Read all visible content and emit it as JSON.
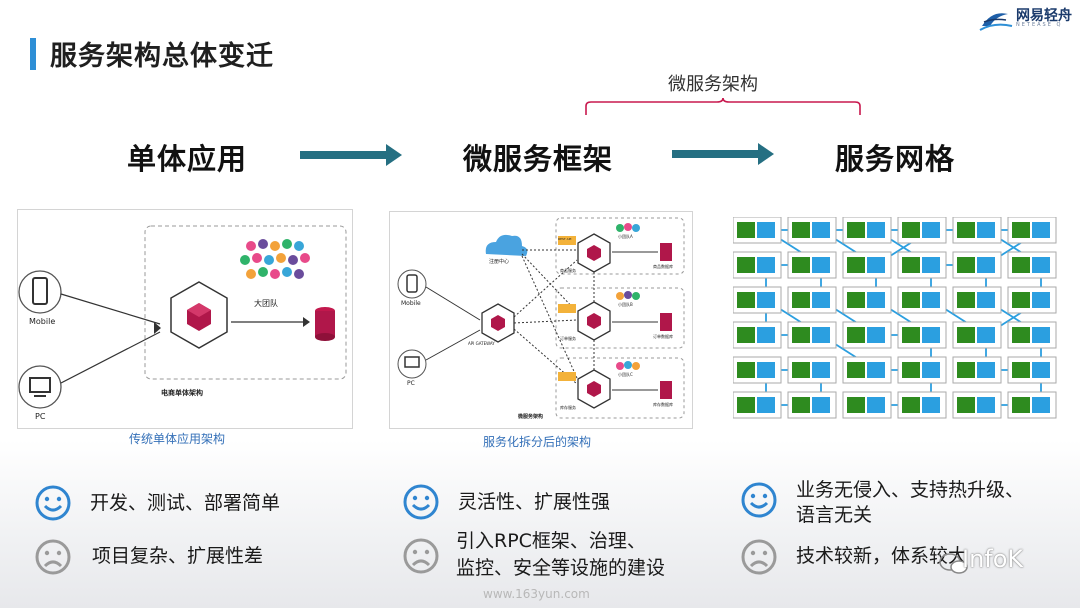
{
  "header": {
    "title": "服务架构总体变迁"
  },
  "logo": {
    "text": "网易轻舟",
    "sub": "NETEASE Q"
  },
  "stages": [
    {
      "label": "单体应用"
    },
    {
      "label": "微服务框架"
    },
    {
      "label": "服务网格"
    }
  ],
  "brace_label": "微服务架构",
  "panels": {
    "monolith": {
      "caption": "传统单体应用架构",
      "nodes": {
        "mobile": "Mobile",
        "pc": "PC",
        "team": "大团队",
        "title": "电商单体架构"
      }
    },
    "microservice": {
      "caption": "服务化拆分后的架构",
      "nodes": {
        "mobile": "Mobile",
        "pc": "PC",
        "registry": "注册中心",
        "gateway": "API GATEWAY",
        "title": "微服务架构",
        "svc1": "商品服务",
        "svc2": "订单服务",
        "svc3": "库存服务",
        "db1": "商品数据库",
        "db2": "订单数据库",
        "db3": "库存数据库",
        "team_a": "小团队A",
        "team_b": "小团队B",
        "team_c": "小团队C",
        "rest": "REST API"
      }
    }
  },
  "bullets": {
    "col1": {
      "pro": "开发、测试、部署简单",
      "con": "项目复杂、扩展性差"
    },
    "col2": {
      "pro": "灵活性、扩展性强",
      "con_line1": "引入RPC框架、治理、",
      "con_line2": "监控、安全等设施的建设"
    },
    "col3": {
      "pro_line1": "业务无侵入、支持热升级、",
      "pro_line2": "语言无关",
      "con": "技术较新，体系较大"
    }
  },
  "footer_url": "www.163yun.com",
  "watermark": "InfoK",
  "colors": {
    "accent": "#2e8fd6",
    "arrow": "#256f82",
    "smile": "#2f85d0",
    "frown": "#9a9a9a",
    "mesh_green": "#2e8b1f",
    "mesh_blue": "#2b9fe0",
    "cube": "#b0174a"
  }
}
